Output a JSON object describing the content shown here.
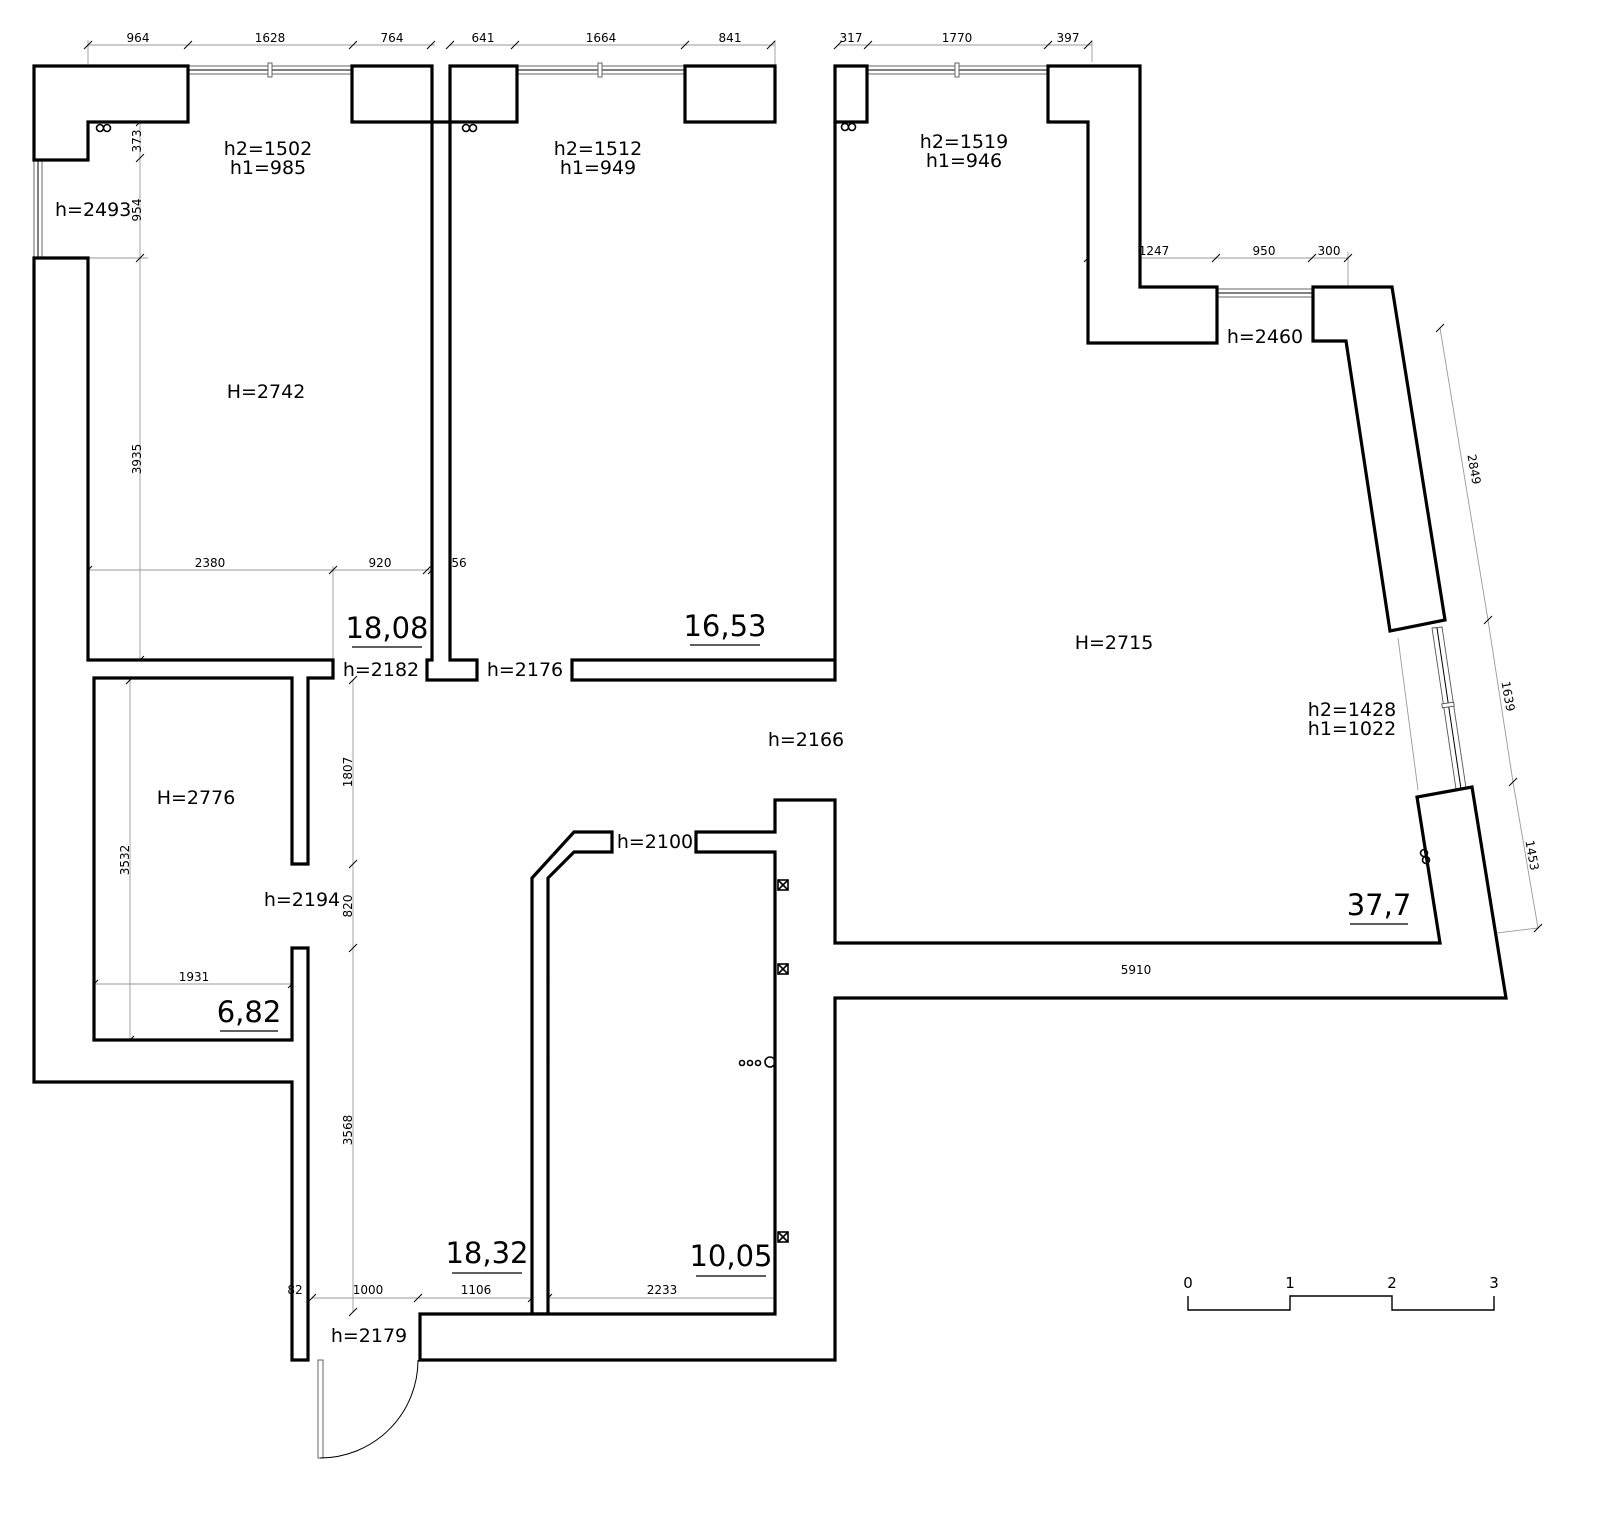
{
  "top_dimensions": [
    "964",
    "1628",
    "764",
    "641",
    "1664",
    "841",
    "317",
    "1770",
    "397"
  ],
  "room1": {
    "h2": "h2=1502",
    "h1": "h1=985",
    "window_h": "h=2493",
    "height": "H=2742",
    "dim_373": "373",
    "dim_954": "954",
    "dim_3935": "3935",
    "dim_2380": "2380",
    "dim_920": "920",
    "dim_56": "56",
    "area": "18,08",
    "door_h": "h=2182"
  },
  "room2": {
    "h2": "h2=1512",
    "h1": "h1=949",
    "area": "16,53",
    "door_h": "h=2176"
  },
  "room3": {
    "h2": "h2=1519",
    "h1": "h1=946",
    "dim_1247": "1247",
    "dim_950": "950",
    "dim_300": "300",
    "window_h": "h=2460",
    "dim_2849": "2849",
    "height": "H=2715",
    "side_h2": "h2=1428",
    "side_h1": "h1=1022",
    "dim_1639": "1639",
    "dim_1453": "1453",
    "area": "37,7",
    "dim_5910": "5910"
  },
  "corridor": {
    "door_h": "h=2166"
  },
  "room4": {
    "height": "H=2776",
    "dim_3532": "3532",
    "dim_1807": "1807",
    "dim_820": "820",
    "door_h": "h=2194",
    "dim_1931": "1931",
    "area": "6,82"
  },
  "hall": {
    "dim_3568": "3568",
    "dim_82": "82",
    "dim_1000": "1000",
    "dim_1106": "1106",
    "area": "18,32",
    "entrance_h": "h=2179"
  },
  "kitchen": {
    "door_h": "h=2100",
    "dim_2233": "2233",
    "area": "10,05"
  },
  "scale_bar": {
    "labels": [
      "0",
      "1",
      "2",
      "3"
    ]
  }
}
